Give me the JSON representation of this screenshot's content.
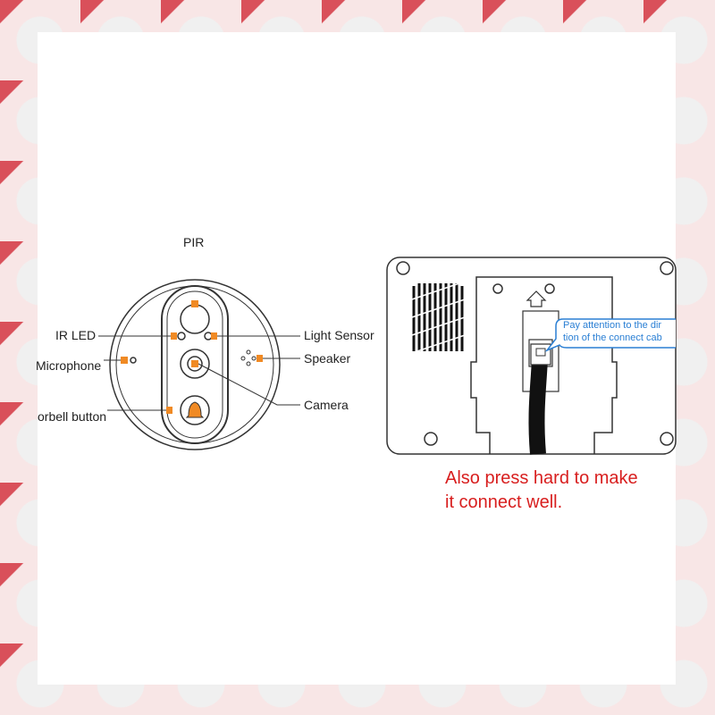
{
  "front_panel": {
    "labels": {
      "pir": "PIR",
      "ir_led": "IR LED",
      "microphone": "Microphone",
      "doorbell_button": "orbell button",
      "light_sensor": "Light Sensor",
      "speaker": "Speaker",
      "camera": "Camera"
    }
  },
  "back_panel": {
    "tip_line1": "Pay attention to the dir",
    "tip_line2": "tion of the connect cab",
    "note_line1": "Also press hard to make",
    "note_line2": "it connect well."
  },
  "colors": {
    "marker": "#f08a24",
    "callout": "#2a7fd4",
    "note": "#d81e1e",
    "line": "#333333",
    "background_accent": "#d9505a"
  }
}
